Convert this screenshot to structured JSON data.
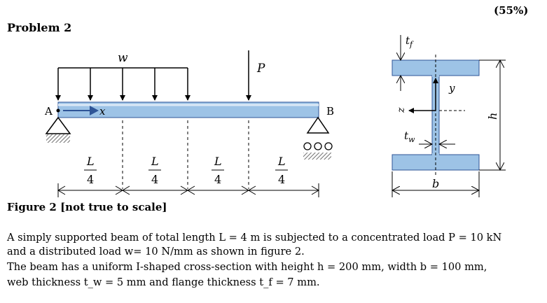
{
  "header": {
    "percent": "(55%)",
    "title": "Problem 2"
  },
  "figure": {
    "caption": "Figure 2 [not true to scale]",
    "beam_labels": {
      "distributed_load": "w",
      "point_load": "P",
      "left_support": "A",
      "right_support": "B",
      "axis_x": "x",
      "span_numerator": "L",
      "span_denominator": "4"
    },
    "section_labels": {
      "flange_thickness": "t",
      "flange_sub": "f",
      "web_thickness": "t",
      "web_sub": "w",
      "y_axis": "y",
      "z_axis": "z",
      "height": "h",
      "width": "b"
    }
  },
  "text": {
    "line1": "A simply supported beam of total length L = 4 m is subjected to a concentrated load P = 10 kN",
    "line2": "and a distributed load w= 10 N/mm as shown in figure 2.",
    "line3": "The beam has a uniform I-shaped cross-section with height h = 200 mm, width b = 100 mm,",
    "line4": "web thickness t_w = 5 mm and flange thickness t_f = 7 mm."
  },
  "colors": {
    "beam_fill": "#9dc3e6",
    "beam_stroke": "#2f5597",
    "section_fill": "#9dc3e6",
    "hatch": "#7f7f7f"
  }
}
